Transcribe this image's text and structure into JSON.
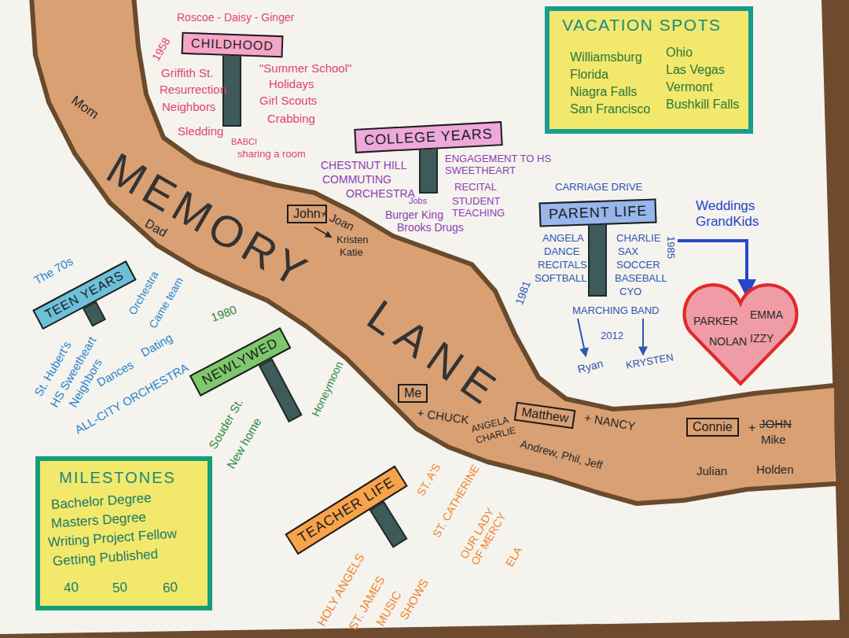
{
  "diagram": {
    "nodes": [
      {
        "text": [
          "CHILDHOOD"
        ]
      },
      {
        "text": [
          "VACATION SPOTS",
          "Williamsburg",
          "Florida",
          "Niagra Falls",
          "San Francisco",
          "Ohio",
          "Las Vegas",
          "Vermont",
          "Bushkill Falls"
        ]
      },
      {
        "text": [
          "COLLEGE YEARS"
        ]
      },
      {
        "text": [
          "John"
        ]
      },
      {
        "text": [
          "PARENT LIFE"
        ]
      },
      {
        "text": [
          "PARKER",
          "EMMA",
          "NOLAN",
          "IZZY"
        ]
      },
      {
        "text": [
          "TEEN YEARS"
        ]
      },
      {
        "text": [
          "NEWLYWED"
        ]
      },
      {
        "text": [
          "Me"
        ]
      },
      {
        "text": [
          "Matthew"
        ]
      },
      {
        "text": [
          "Connie"
        ]
      },
      {
        "text": [
          "MILESTONES",
          "Bachelor Degree",
          "Masters Degree",
          "Writing Project Fellow",
          "Getting Published",
          "40",
          "50",
          "60"
        ]
      },
      {
        "text": [
          "TEACHER LIFE"
        ]
      }
    ],
    "labels": [
      "Mom",
      "Roscoe - Daisy - Ginger",
      "1958",
      "Griffith St.",
      "Resurrection",
      "Neighbors",
      "Sledding",
      "\"Summer School\"",
      "Holidays",
      "Girl Scouts",
      "Crabbing",
      "BABCI",
      "sharing a room",
      "MEMORY",
      "CHESTNUT HILL",
      "COMMUTING",
      "ORCHESTRA",
      "ENGAGEMENT TO HS SWEETHEART",
      "RECITAL",
      "STUDENT TEACHING",
      "Jobs",
      "Burger King",
      "Brooks Drugs",
      "+ Joan",
      "Kristen",
      "Katie",
      "Dad",
      "CARRIAGE DRIVE",
      "1981",
      "ANGELA",
      "DANCE",
      "RECITALS",
      "SOFTBALL",
      "CHARLIE",
      "SAX",
      "SOCCER",
      "BASEBALL",
      "CYO",
      "1985",
      "MARCHING BAND",
      "2012",
      "Ryan",
      "KRYSTEN",
      "Weddings GrandKids",
      "The 70s",
      "St. Hubert's",
      "HS Sweetheart",
      "Neighbors",
      "Orchestra",
      "Came team",
      "Dances",
      "Dating",
      "ALL-CITY ORCHESTRA",
      "1980",
      "Souder St.",
      "New home",
      "Honeymoon",
      "LANE",
      "+ CHUCK",
      "ANGELA",
      "CHARLIE",
      "+ NANCY",
      "Andrew, Phil, Jeff",
      "+",
      "JOHN",
      "Mike",
      "Julian",
      "Holden",
      "HOLY ANGELS",
      "ST. JAMES",
      "MUSIC",
      "SHOWS",
      "ST. A'S",
      "ST. CATHERINE",
      "OUR LADY OF MERCY",
      "ELA"
    ]
  }
}
